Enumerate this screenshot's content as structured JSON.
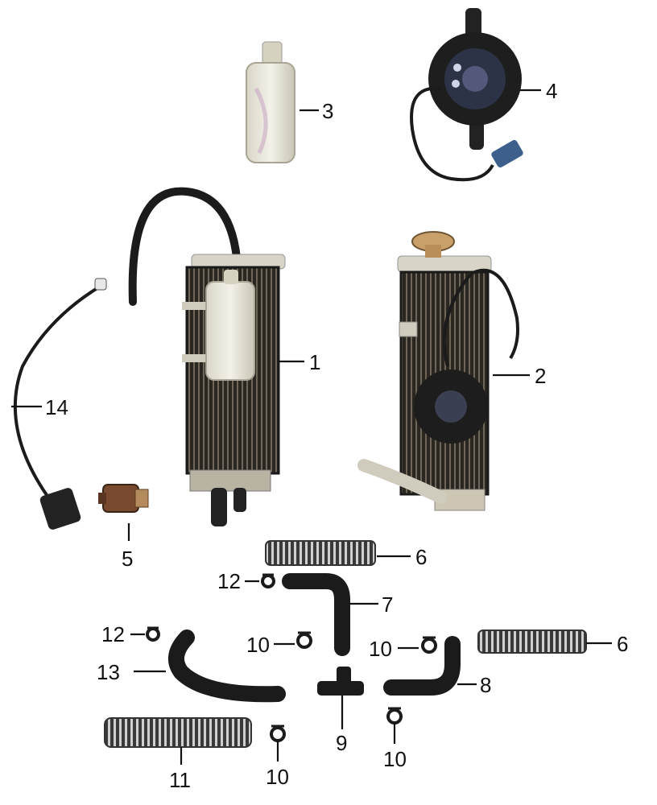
{
  "callouts": {
    "p1": "1",
    "p2": "2",
    "p3": "3",
    "p4": "4",
    "p5": "5",
    "p6a": "6",
    "p6b": "6",
    "p7": "7",
    "p8": "8",
    "p9": "9",
    "p10a": "10",
    "p10b": "10",
    "p10c": "10",
    "p10d": "10",
    "p11": "11",
    "p12a": "12",
    "p12b": "12",
    "p13": "13",
    "p14": "14"
  },
  "colors": {
    "hose": "#1b1b1b",
    "fin": "#2a2620",
    "alloy": "#d8d4c8",
    "bottle": "#e9e6da",
    "brass": "#8a5a3a"
  }
}
